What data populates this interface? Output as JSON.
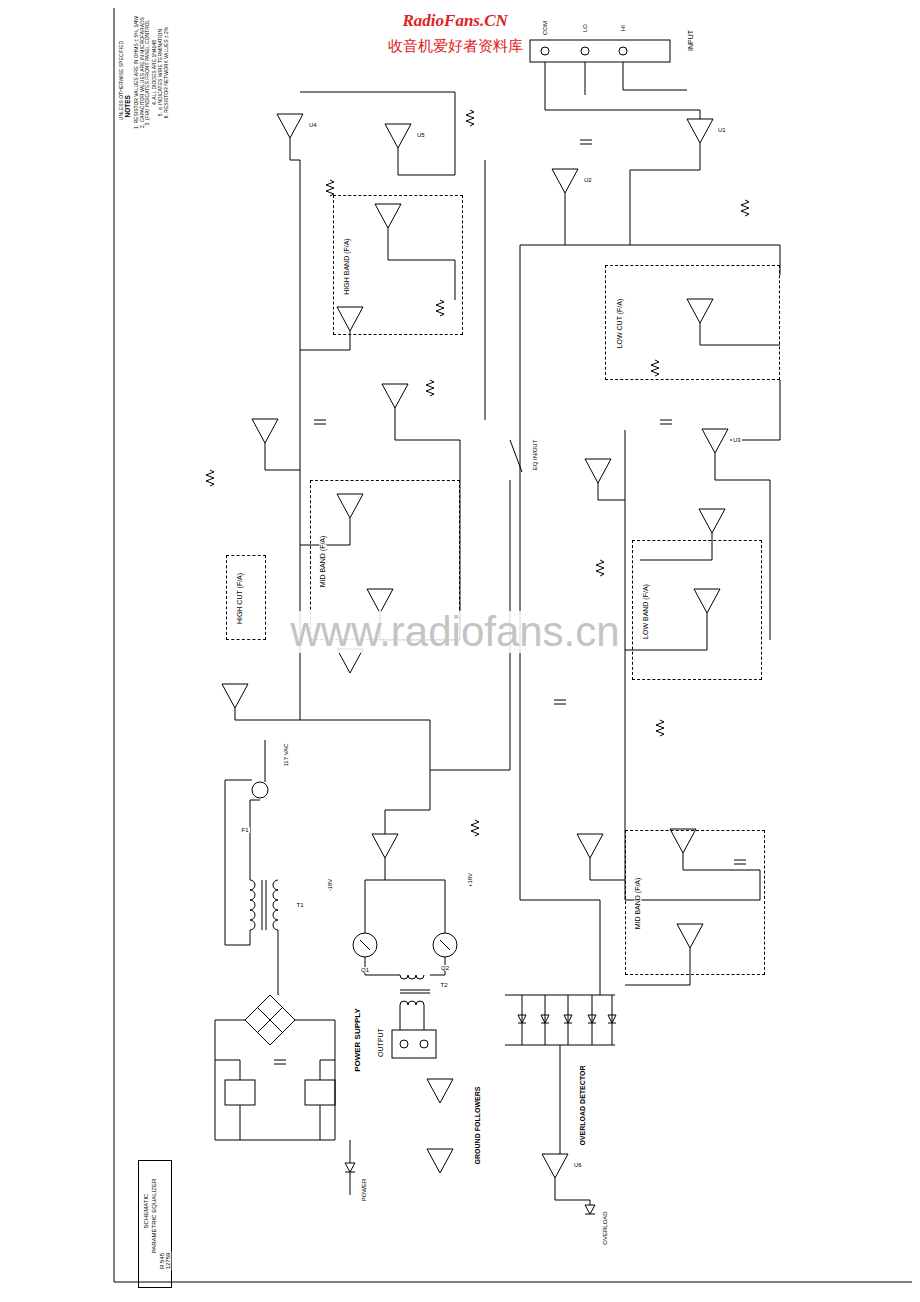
{
  "diagram": {
    "nodes": [
      {
        "text": [
          "HIGH BAND (F/A)"
        ]
      },
      {
        "text": [
          "MID BAND (F/A)"
        ]
      },
      {
        "text": [
          "HIGH CUT (F/A)"
        ]
      },
      {
        "text": [
          "LOW CUT (F/A)"
        ]
      },
      {
        "text": [
          "LOW BAND (F/A)"
        ]
      },
      {
        "text": [
          "MID BAND (F/A)"
        ]
      },
      {
        "text": [
          "SCHEMATIC",
          "PARAMETRIC EQUALIZER",
          "R 545",
          "12759"
        ]
      }
    ],
    "labels": [
      "RadioFans.CN",
      "收音机爱好者资料库",
      "www.radiofans.cn",
      "NOTES",
      "UNLESS OTHERWISE SPECIFIED",
      "1. RESISTOR VALUES ARE IN OHMS ± 5%, 1/4W",
      "2. CAPACITOR VALUES ARE IN MICROFARADS",
      "3. (F/A) INDICATES FRONT PANEL CONTROL",
      "4. ALL DIODES ARE 1N4148",
      "5. ⊙ INDICATES WIRE TERMINATION",
      "6. RESISTOR NETWORK VALUES ± 2%",
      "POWER SUPPLY",
      "OVERLOAD DETECTOR",
      "GROUND FOLLOWERS",
      "OUTPUT",
      "INPUT",
      "COM",
      "LO",
      "HI",
      "OVERLOAD",
      "POWER",
      "EQ IN/OUT",
      "+18V",
      "-18V",
      "Q1",
      "Q2",
      "T1",
      "T2",
      "U1",
      "U2",
      "U3",
      "U4",
      "U5",
      "U6",
      "117 VAC",
      "F1"
    ]
  }
}
